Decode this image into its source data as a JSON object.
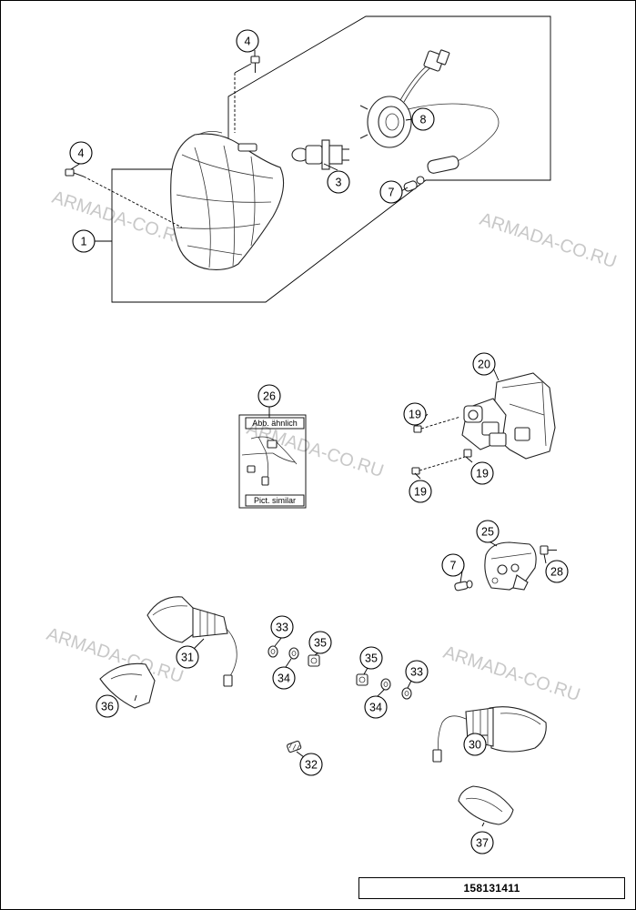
{
  "watermark": "ARMADA-CO.RU",
  "callouts": {
    "c1": "1",
    "c3": "3",
    "c4a": "4",
    "c4b": "4",
    "c7a": "7",
    "c7b": "7",
    "c8": "8",
    "c19a": "19",
    "c19b": "19",
    "c19c": "19",
    "c20": "20",
    "c25": "25",
    "c26": "26",
    "c28": "28",
    "c30": "30",
    "c31": "31",
    "c32": "32",
    "c33a": "33",
    "c33b": "33",
    "c34a": "34",
    "c34b": "34",
    "c35a": "35",
    "c35b": "35",
    "c36": "36",
    "c37": "37"
  },
  "harness_labels": {
    "top": "Abb. ähnlich",
    "bottom": "Pict. similar"
  },
  "document_number": "158131411"
}
